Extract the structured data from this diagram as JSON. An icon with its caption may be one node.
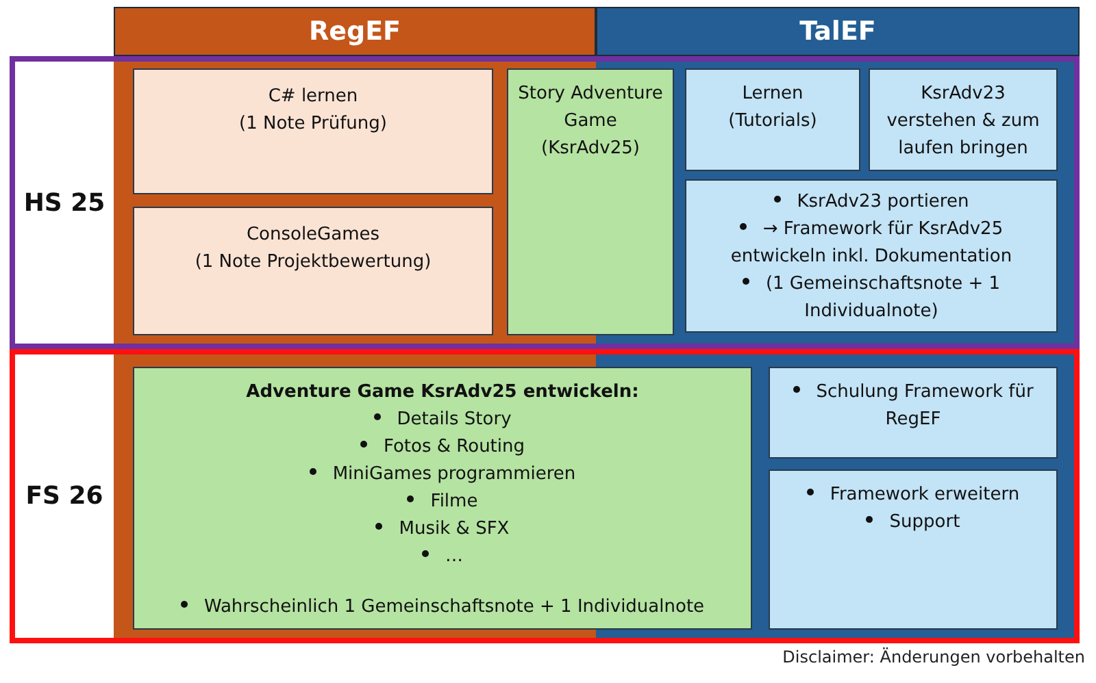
{
  "diagram": {
    "nodes": [
      {
        "text": [
          "RegEF"
        ]
      },
      {
        "text": [
          "TalEF"
        ]
      },
      {
        "text": [
          "HS 25"
        ]
      },
      {
        "text": [
          "FS 26"
        ]
      },
      {
        "text": [
          "C# lernen",
          "(1 Note Prüfung)"
        ],
        "in": 2
      },
      {
        "text": [
          "ConsoleGames",
          "(1 Note Projektbewertung)"
        ],
        "in": 2
      },
      {
        "text": [
          "Story Adventure Game",
          "(KsrAdv25)"
        ],
        "in": 2
      },
      {
        "text": [
          "Lernen",
          "(Tutorials)"
        ],
        "in": 2
      },
      {
        "text": [
          "KsrAdv23 verstehen & zum laufen bringen"
        ],
        "in": 2
      },
      {
        "text": [
          "KsrAdv23 portieren",
          "→ Framework für KsrAdv25 entwickeln inkl. Dokumentation",
          "(1 Gemeinschaftsnote + 1 Individualnote)"
        ],
        "in": 2
      },
      {
        "text": [
          "Adventure Game KsrAdv25 entwickeln:",
          "Details Story",
          "Fotos & Routing",
          "MiniGames programmieren",
          "Filme",
          "Musik & SFX",
          "…",
          "Wahrscheinlich 1 Gemeinschaftsnote + 1 Individualnote"
        ],
        "in": 3
      },
      {
        "text": [
          "Schulung Framework für RegEF"
        ],
        "in": 3
      },
      {
        "text": [
          "Framework erweitern",
          "Support"
        ],
        "in": 3
      }
    ],
    "labels": [
      "Disclaimer: Änderungen vorbehalten"
    ]
  }
}
